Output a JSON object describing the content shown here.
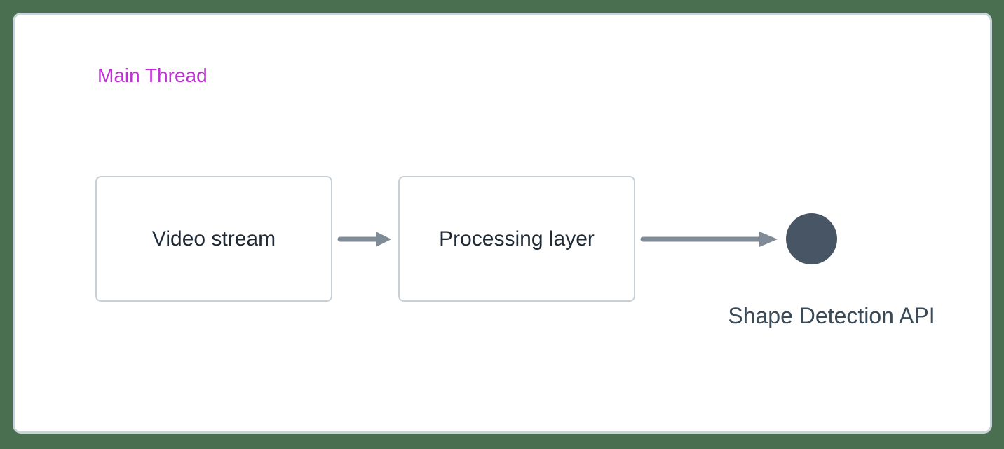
{
  "diagram": {
    "thread_label": "Main Thread",
    "nodes": [
      {
        "id": "video-stream",
        "label": "Video stream"
      },
      {
        "id": "processing-layer",
        "label": "Processing layer"
      }
    ],
    "connections": [
      {
        "from": "video-stream",
        "to": "processing-layer"
      },
      {
        "from": "processing-layer",
        "to": "shape-detection-api"
      }
    ],
    "api_endpoint": {
      "id": "shape-detection-api",
      "label": "Shape Detection API",
      "shape": "circle"
    },
    "colors": {
      "background": "#4a6f50",
      "panel_bg": "#ffffff",
      "panel_border": "#c9d3da",
      "thread_label": "#c02fd6",
      "node_border": "#c6d0d9",
      "node_text": "#1e2a36",
      "arrow": "#7f8b96",
      "api_circle": "#485564",
      "api_text": "#3b4a57"
    }
  }
}
